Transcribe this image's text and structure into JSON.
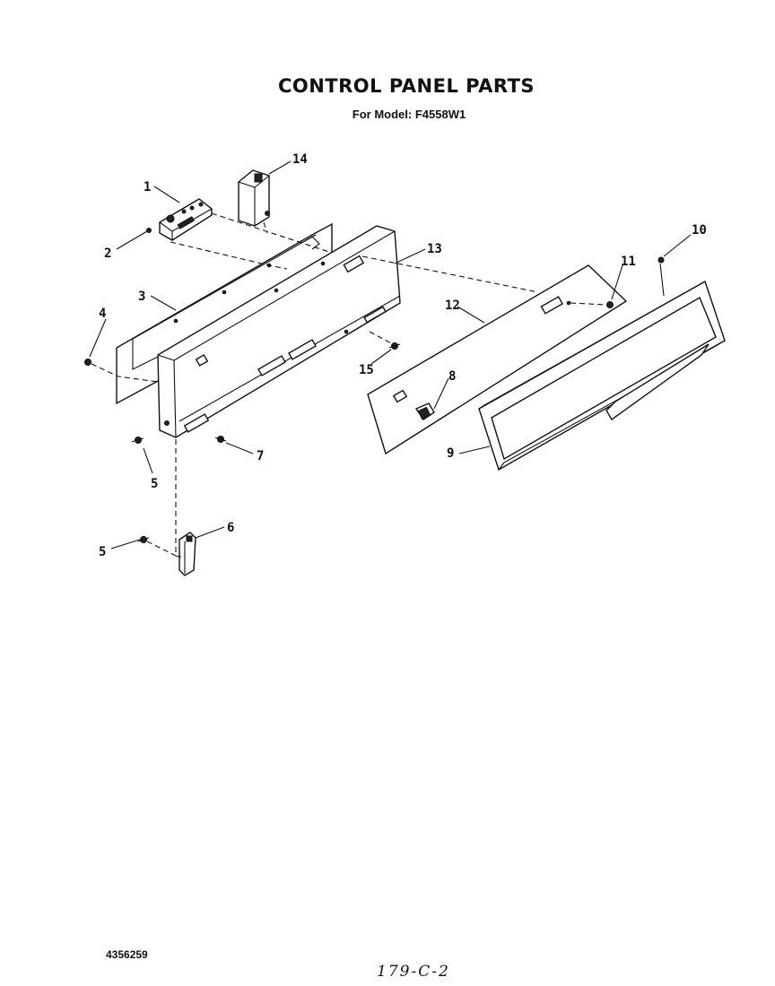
{
  "page": {
    "title": "CONTROL PANEL PARTS",
    "subtitle": "For Model: F4558W1",
    "document_number": "4356259",
    "handwritten_note": "179-C-2"
  },
  "parts": [
    {
      "label": "1"
    },
    {
      "label": "2"
    },
    {
      "label": "3"
    },
    {
      "label": "4"
    },
    {
      "label": "5"
    },
    {
      "label": "6"
    },
    {
      "label": "7"
    },
    {
      "label": "8"
    },
    {
      "label": "9"
    },
    {
      "label": "10"
    },
    {
      "label": "11"
    },
    {
      "label": "12"
    },
    {
      "label": "13"
    },
    {
      "label": "14"
    },
    {
      "label": "15"
    },
    {
      "label": "5"
    }
  ]
}
